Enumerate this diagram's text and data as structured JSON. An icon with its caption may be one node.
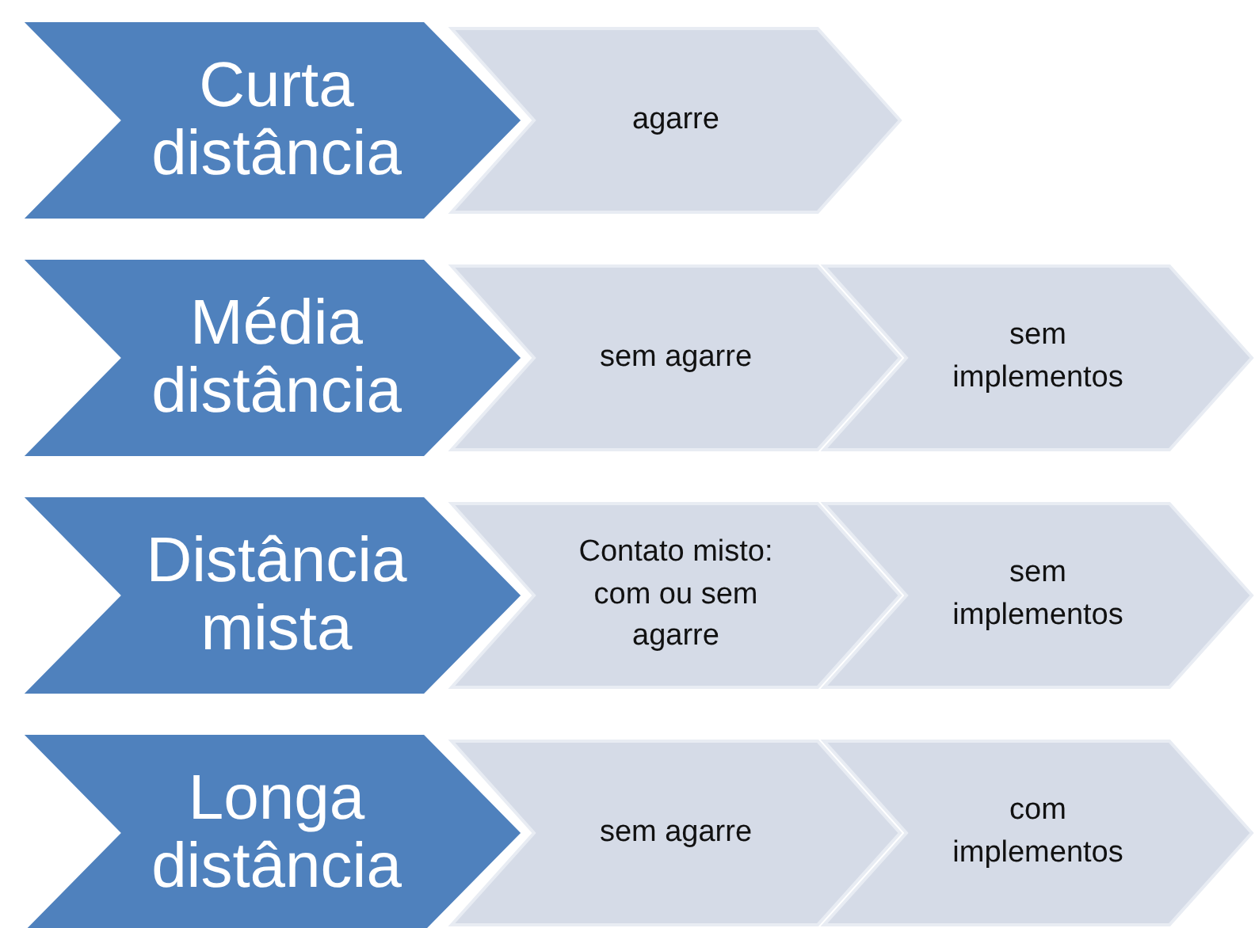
{
  "diagram": {
    "nodes": [
      {
        "text": [
          "Curta distância"
        ]
      },
      {
        "text": [
          "agarre"
        ]
      },
      {
        "text": [
          "Média distância"
        ]
      },
      {
        "text": [
          "sem agarre"
        ]
      },
      {
        "text": [
          "sem implementos"
        ]
      },
      {
        "text": [
          "Distância mista"
        ]
      },
      {
        "text": [
          "Contato misto: com ou sem agarre"
        ]
      },
      {
        "text": [
          "sem implementos"
        ]
      },
      {
        "text": [
          "Longa distância"
        ]
      },
      {
        "text": [
          "sem agarre"
        ]
      },
      {
        "text": [
          "com implementos"
        ]
      }
    ]
  }
}
